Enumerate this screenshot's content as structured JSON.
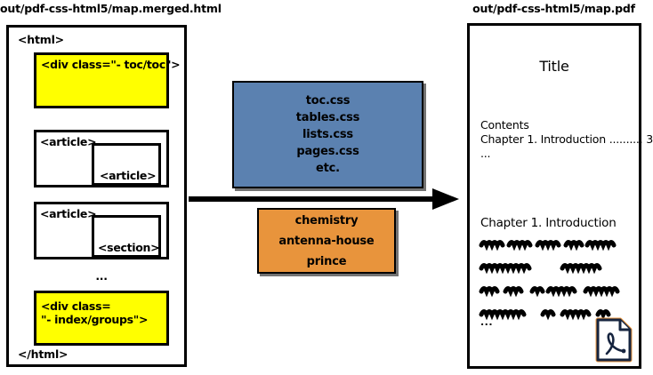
{
  "captions": {
    "left": "out/pdf-css-html5/map.merged.html",
    "right": "out/pdf-css-html5/map.pdf"
  },
  "html_panel": {
    "open_tag": "<html>",
    "close_tag": "</html>",
    "ellipsis": "...",
    "nodes": [
      {
        "label": "<div class=\"- toc/toc\">",
        "fill": "#ffff00"
      },
      {
        "label": "<article>",
        "fill": "#ffffff",
        "child": "<article>"
      },
      {
        "label": "<article>",
        "fill": "#ffffff",
        "child": "<section>"
      },
      {
        "label": "<div class=\n\"- index/groups\">",
        "fill": "#ffff00"
      }
    ]
  },
  "css_box": {
    "fill": "#5b81b0",
    "items": [
      "toc.css",
      "tables.css",
      "lists.css",
      "pages.css",
      "etc."
    ]
  },
  "engine_box": {
    "fill": "#e8943c",
    "items": [
      "chemistry",
      "antenna-house",
      "prince"
    ]
  },
  "arrow": {
    "name": "right-arrow",
    "color": "#000000"
  },
  "pdf_panel": {
    "title": "Title",
    "contents_heading": "Contents",
    "contents_entry": "Chapter 1. Introduction .......... 3",
    "contents_ellipsis": "...",
    "chapter_heading": "Chapter 1. Introduction",
    "body_line_count": 4,
    "body_ellipsis": "...",
    "icon": {
      "name": "pdf-file-icon",
      "outline": "#1a2f5a",
      "accent": "#e8943c"
    }
  }
}
